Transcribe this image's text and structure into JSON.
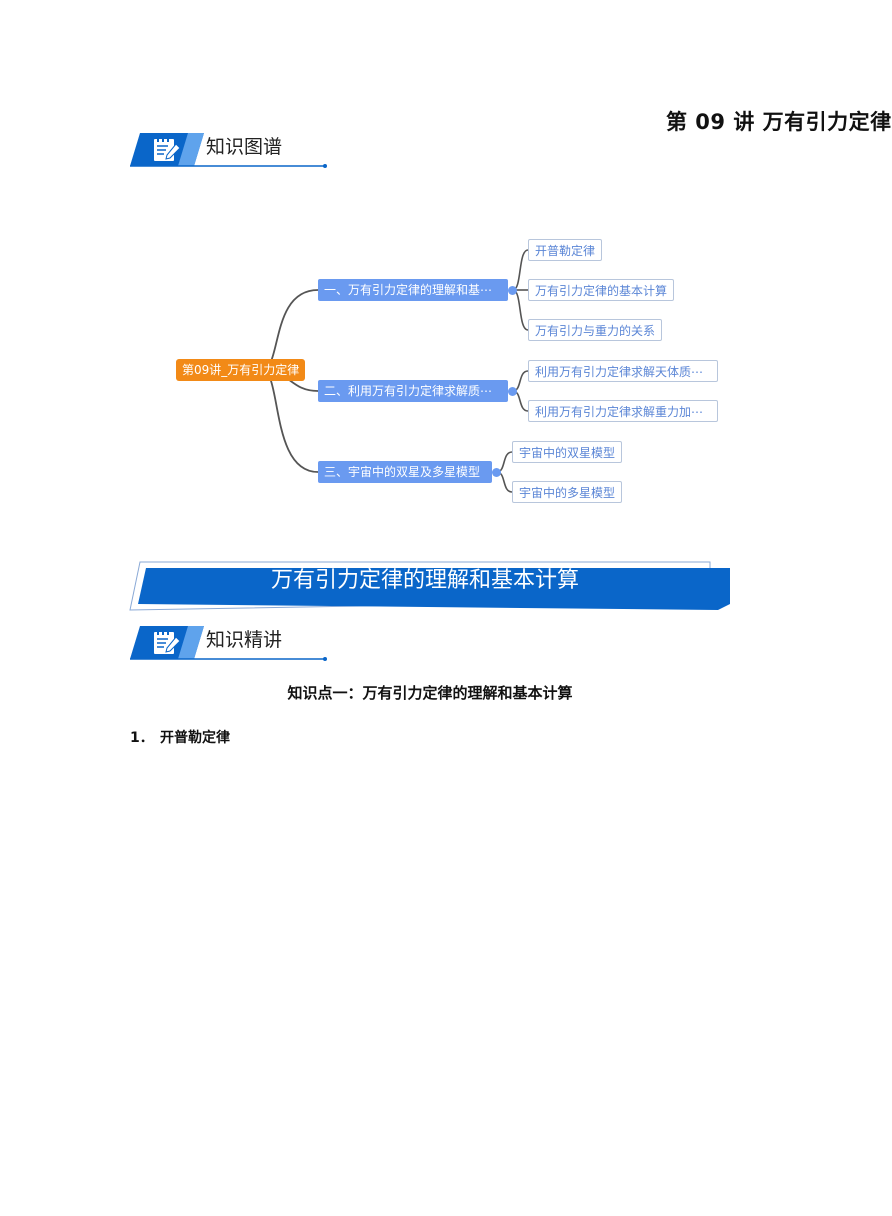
{
  "document": {
    "title": "第 09 讲  万有引力定律"
  },
  "sections": {
    "map_heading": "知识图谱",
    "lecture_heading": "知识精讲"
  },
  "mindmap": {
    "root": "第09讲_万有引力定律",
    "branches": [
      {
        "label": "一、万有引力定律的理解和基⋯",
        "children": [
          "开普勒定律",
          "万有引力定律的基本计算",
          "万有引力与重力的关系"
        ]
      },
      {
        "label": "二、利用万有引力定律求解质⋯",
        "children": [
          "利用万有引力定律求解天体质⋯",
          "利用万有引力定律求解重力加⋯"
        ]
      },
      {
        "label": "三、宇宙中的双星及多星模型",
        "children": [
          "宇宙中的双星模型",
          "宇宙中的多星模型"
        ]
      }
    ]
  },
  "banner": {
    "title": "万有引力定律的理解和基本计算"
  },
  "knowledge_point": {
    "title": "知识点一：万有引力定律的理解和基本计算"
  },
  "items": [
    {
      "number": "1．",
      "text": "开普勒定律"
    }
  ],
  "colors": {
    "accent_blue": "#0a66c9",
    "root_orange": "#f28a17",
    "branch_blue": "#6a9af0",
    "leaf_text": "#5b86d6"
  }
}
